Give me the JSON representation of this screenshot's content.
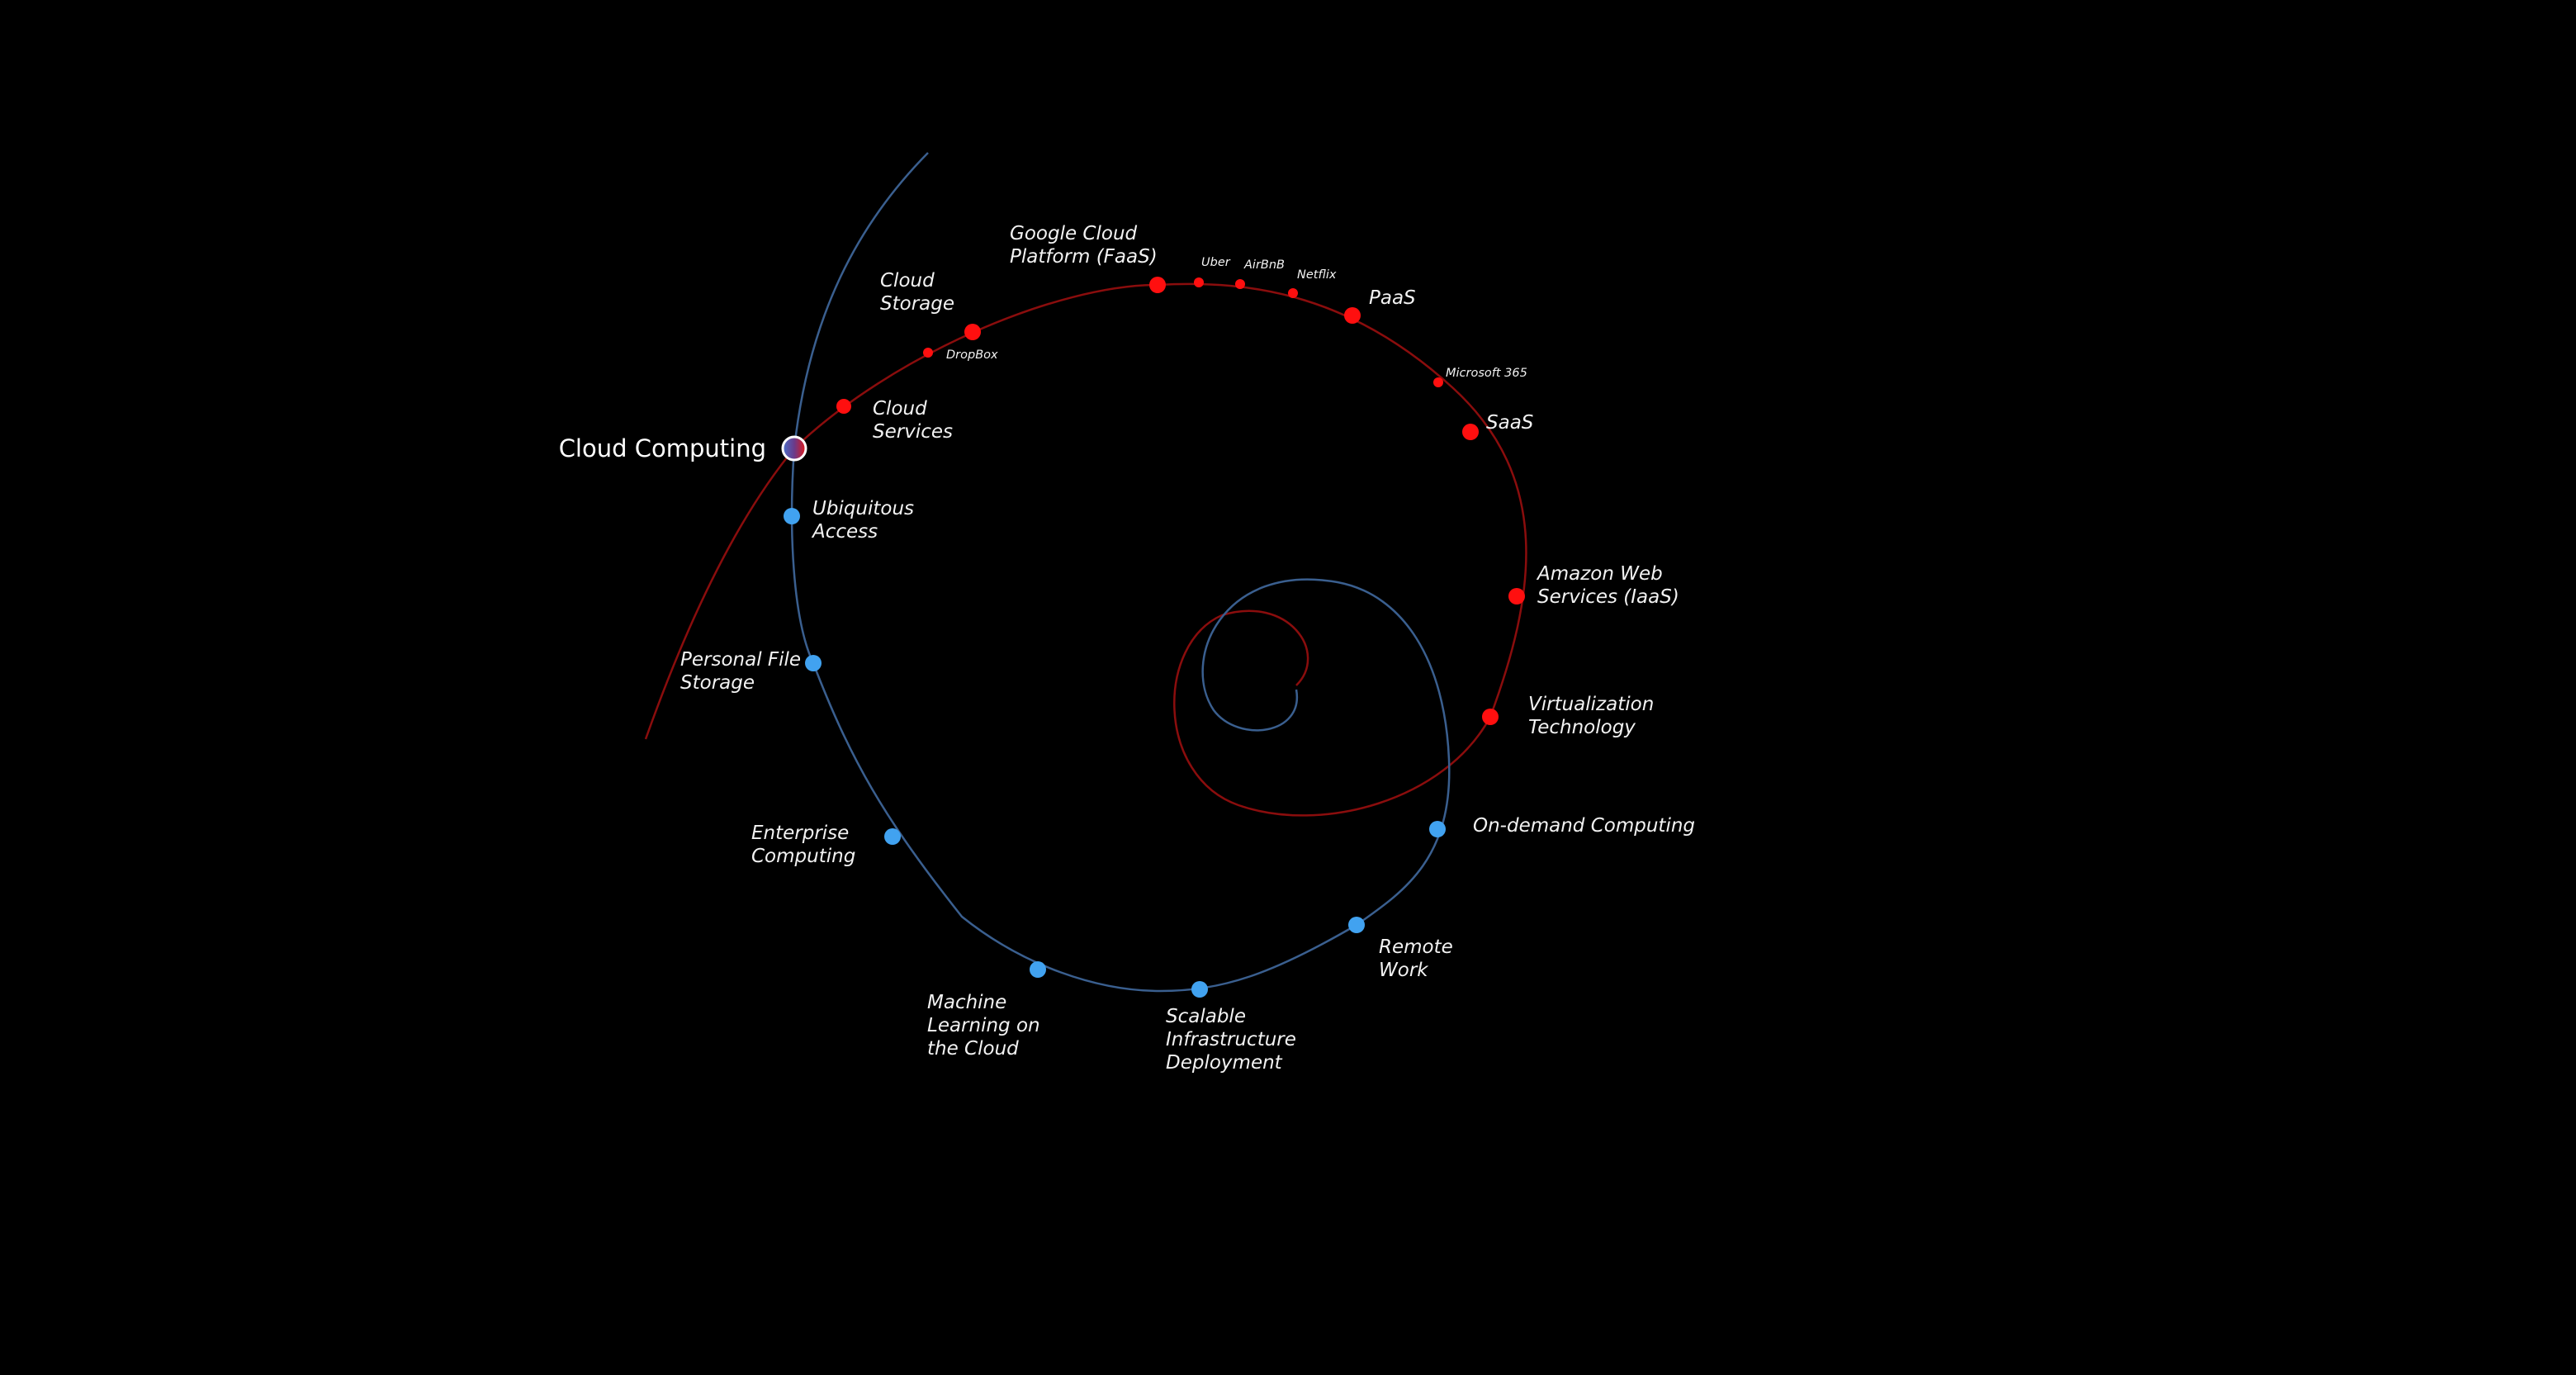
{
  "colors": {
    "background": "#000000",
    "red_spiral": "#8a0d0d",
    "blue_spiral": "#3a5f8f",
    "red_node": "#ff0f0f",
    "blue_node": "#41a2f0",
    "text": "#f2f2f2"
  },
  "center": {
    "label": "Cloud Computing"
  },
  "red_nodes": [
    {
      "lines": [
        "Cloud",
        "Services"
      ]
    },
    {
      "lines": [
        "Cloud",
        "Storage"
      ]
    },
    {
      "lines": [
        "DropBox"
      ]
    },
    {
      "lines": [
        "Google Cloud",
        "Platform (FaaS)"
      ]
    },
    {
      "lines": [
        "Uber"
      ]
    },
    {
      "lines": [
        "AirBnB"
      ]
    },
    {
      "lines": [
        "Netflix"
      ]
    },
    {
      "lines": [
        "PaaS"
      ]
    },
    {
      "lines": [
        "Microsoft 365"
      ]
    },
    {
      "lines": [
        "SaaS"
      ]
    },
    {
      "lines": [
        "Amazon Web",
        "Services (IaaS)"
      ]
    },
    {
      "lines": [
        "Virtualization",
        "Technology"
      ]
    }
  ],
  "blue_nodes": [
    {
      "lines": [
        "Ubiquitous",
        "Access"
      ]
    },
    {
      "lines": [
        "Personal File",
        "Storage"
      ]
    },
    {
      "lines": [
        "Enterprise",
        "Computing"
      ]
    },
    {
      "lines": [
        "Machine",
        "Learning on",
        "the Cloud"
      ]
    },
    {
      "lines": [
        "Scalable",
        "Infrastructure",
        "Deployment"
      ]
    },
    {
      "lines": [
        "Remote",
        "Work"
      ]
    },
    {
      "lines": [
        "On-demand Computing"
      ]
    }
  ]
}
